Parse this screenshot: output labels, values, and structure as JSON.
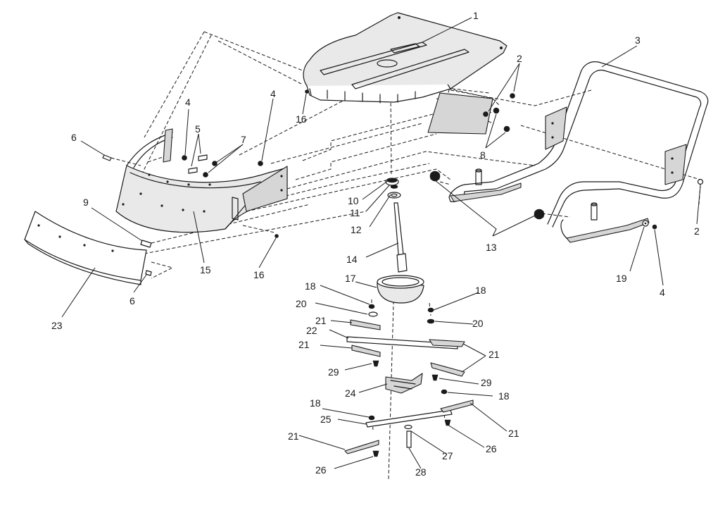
{
  "diagram": {
    "callouts": [
      {
        "id": "c1",
        "text": "1"
      },
      {
        "id": "c2a",
        "text": "2"
      },
      {
        "id": "c2b",
        "text": "2"
      },
      {
        "id": "c3",
        "text": "3"
      },
      {
        "id": "c4a",
        "text": "4"
      },
      {
        "id": "c4b",
        "text": "4"
      },
      {
        "id": "c4c",
        "text": "4"
      },
      {
        "id": "c5",
        "text": "5"
      },
      {
        "id": "c6a",
        "text": "6"
      },
      {
        "id": "c6b",
        "text": "6"
      },
      {
        "id": "c7",
        "text": "7"
      },
      {
        "id": "c8",
        "text": "8"
      },
      {
        "id": "c9",
        "text": "9"
      },
      {
        "id": "c10",
        "text": "10"
      },
      {
        "id": "c11",
        "text": "11"
      },
      {
        "id": "c12",
        "text": "12"
      },
      {
        "id": "c13",
        "text": "13"
      },
      {
        "id": "c14",
        "text": "14"
      },
      {
        "id": "c15",
        "text": "15"
      },
      {
        "id": "c16a",
        "text": "16"
      },
      {
        "id": "c16b",
        "text": "16"
      },
      {
        "id": "c17",
        "text": "17"
      },
      {
        "id": "c18a",
        "text": "18"
      },
      {
        "id": "c18b",
        "text": "18"
      },
      {
        "id": "c18c",
        "text": "18"
      },
      {
        "id": "c18d",
        "text": "18"
      },
      {
        "id": "c19",
        "text": "19"
      },
      {
        "id": "c20a",
        "text": "20"
      },
      {
        "id": "c20b",
        "text": "20"
      },
      {
        "id": "c21a",
        "text": "21"
      },
      {
        "id": "c21b",
        "text": "21"
      },
      {
        "id": "c21c",
        "text": "21"
      },
      {
        "id": "c21d",
        "text": "21"
      },
      {
        "id": "c21e",
        "text": "21"
      },
      {
        "id": "c22",
        "text": "22"
      },
      {
        "id": "c23",
        "text": "23"
      },
      {
        "id": "c24",
        "text": "24"
      },
      {
        "id": "c25",
        "text": "25"
      },
      {
        "id": "c26a",
        "text": "26"
      },
      {
        "id": "c26b",
        "text": "26"
      },
      {
        "id": "c27",
        "text": "27"
      },
      {
        "id": "c28",
        "text": "28"
      },
      {
        "id": "c29a",
        "text": "29"
      },
      {
        "id": "c29b",
        "text": "29"
      }
    ]
  }
}
